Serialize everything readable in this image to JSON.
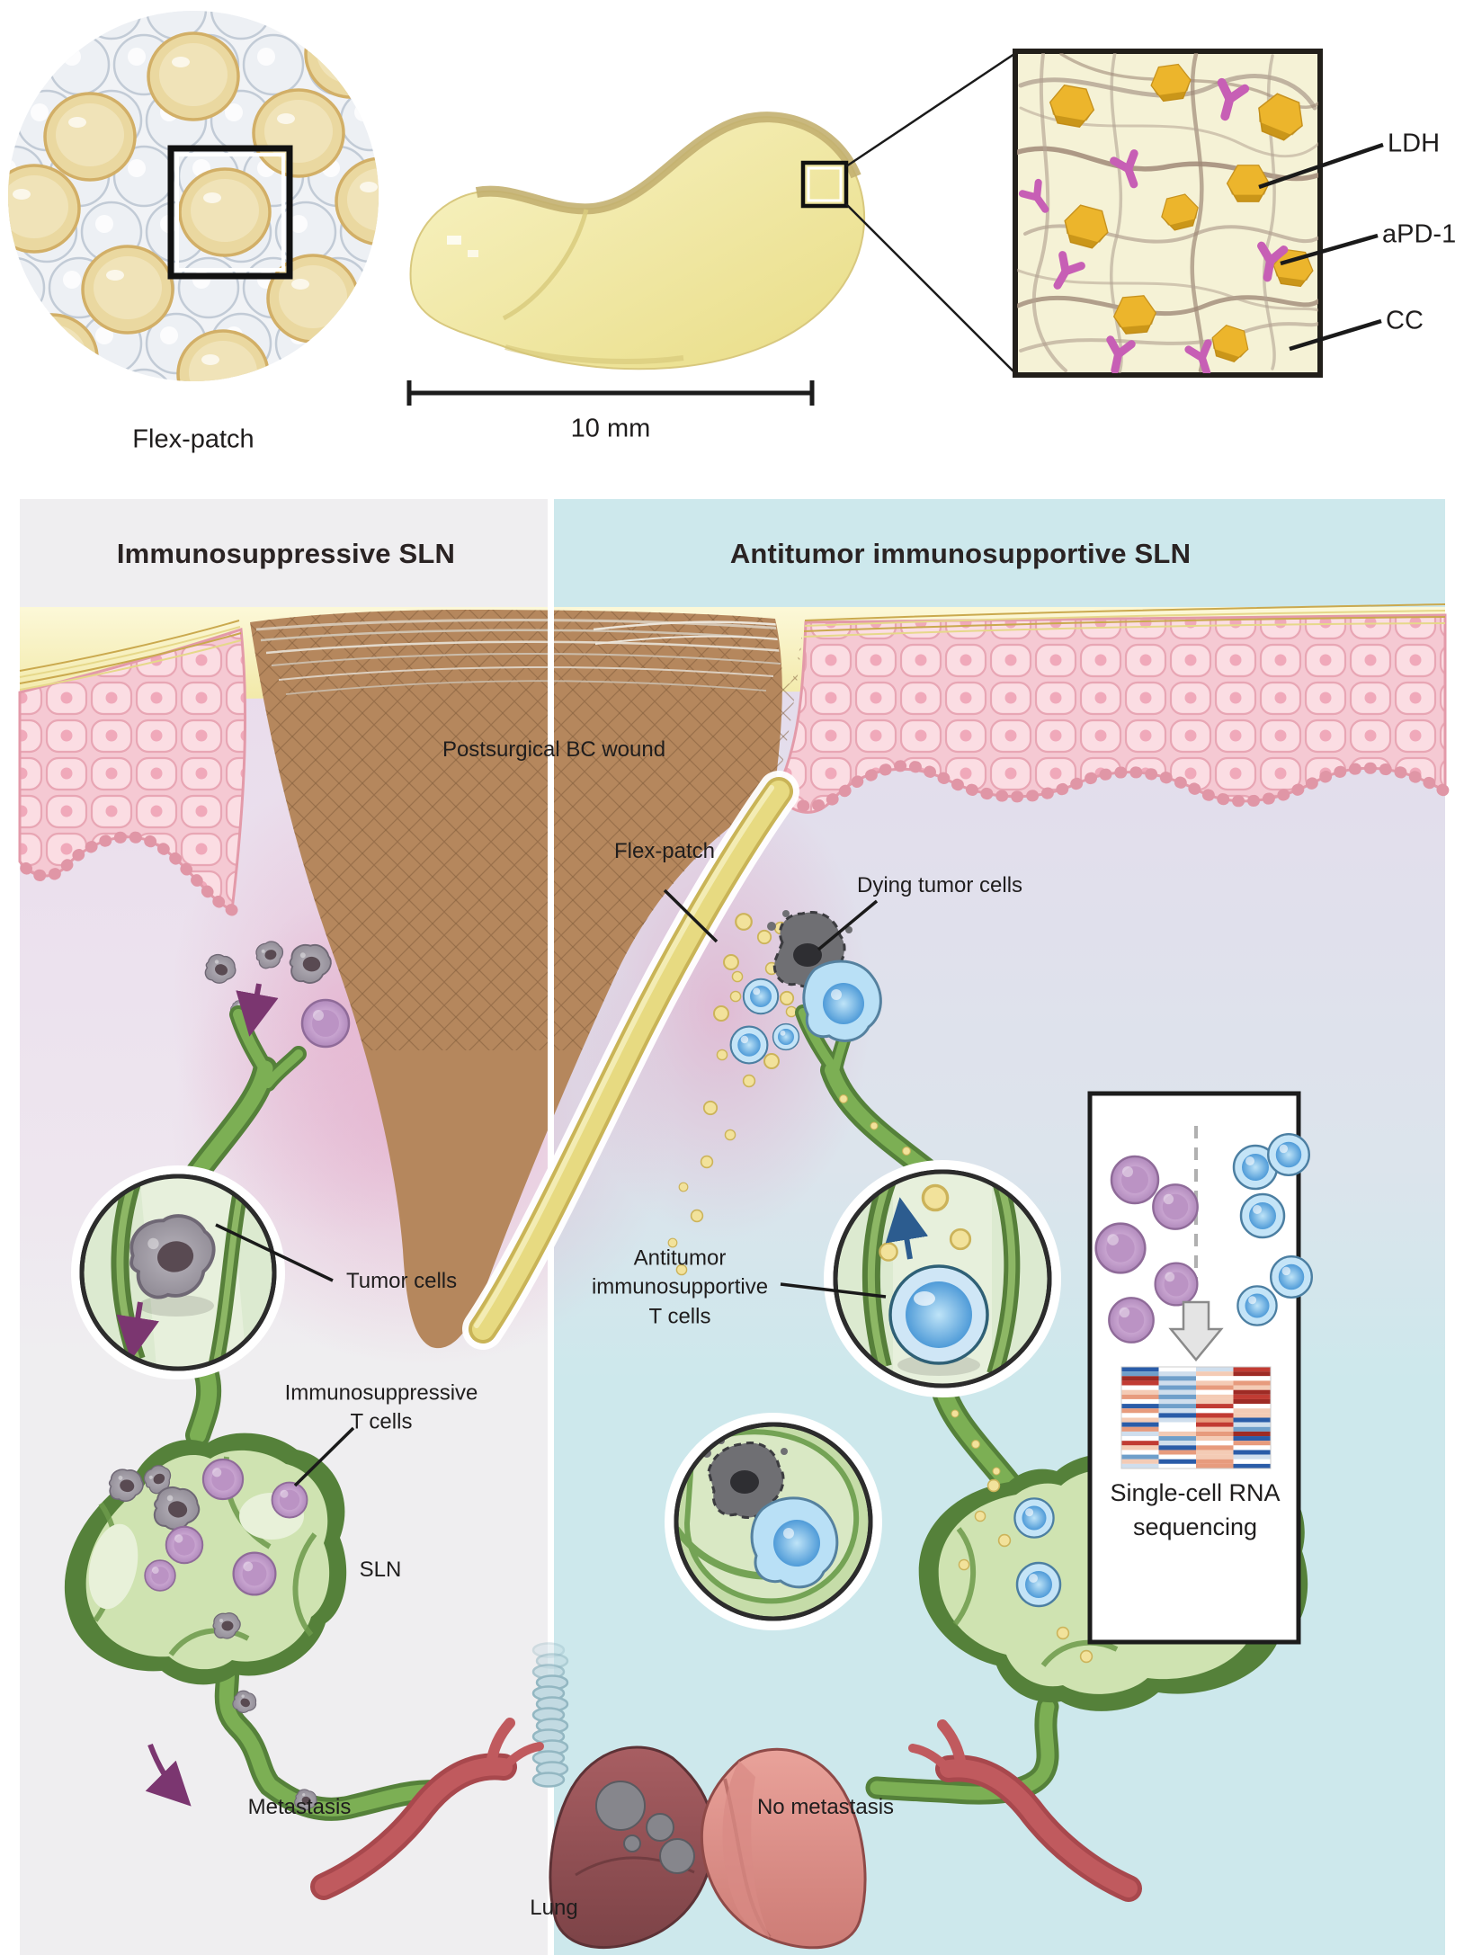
{
  "top": {
    "photo_caption": "Flex-patch",
    "scale_label": "10 mm",
    "inset_labels": {
      "ldh": "LDH",
      "apd1": "aPD-1",
      "cc": "CC"
    }
  },
  "panel": {
    "left_header": "Immunosuppressive SLN",
    "right_header": "Antitumor immunosupportive SLN",
    "labels": {
      "wound": "Postsurgical BC wound",
      "flex_patch": "Flex-patch",
      "dying": "Dying tumor cells",
      "tumor_cells": "Tumor cells",
      "immuno_t": "Immunosuppressive\nT cells",
      "sln": "SLN",
      "antitumor": "Antitumor\nimmunosupportive\nT cells",
      "metastasis": "Metastasis",
      "no_metastasis": "No metastasis",
      "lung": "Lung"
    }
  },
  "sequencing_box": {
    "line1": "Single-cell RNA",
    "line2": "sequencing",
    "heatmap": {
      "palette": {
        "B": "#2a5ca8",
        "b": "#6f9fca",
        "l": "#cfdeed",
        "w": "#ffffff",
        "p": "#f4cbb5",
        "s": "#e79b7d",
        "r": "#c13b33",
        "R": "#9e2b25"
      },
      "rows": [
        "Bwlr",
        "blpR",
        "Rbww",
        "rlps",
        "wbsp",
        "plwR",
        "sbpr",
        "wlpR",
        "Bbrw",
        "slwp",
        "wBrp",
        "plsB",
        "Bwrl",
        "swpb",
        "lpsR",
        "wbpB",
        "rlws",
        "pBsw",
        "wspB",
        "bwpl",
        "pBsw",
        "lwsB"
      ]
    }
  },
  "icons": {
    "flow_arrow_left": "purple-down-arrow-icon",
    "flow_arrow_right": "blue-up-arrow-icon",
    "sequencing_arrow": "block-down-arrow-icon"
  },
  "colors": {
    "left_bg": "#efeef0",
    "right_bg": "#cde8ec",
    "divider": "#ffffff",
    "patch_yellow": "#e7da81",
    "wound_brown": "#b5875d",
    "lymph_green": "#55813a",
    "purple_cell": "#c7a3cf",
    "blue_cell": "#9fd0f0",
    "gray_tumor": "#aaa5ad",
    "ldh_gold": "#ecb52c",
    "apd1_magenta": "#c75fb5",
    "fiber_tan": "#b3a392",
    "lung_dark": "#8f5054",
    "lung_light": "#e0968f"
  }
}
